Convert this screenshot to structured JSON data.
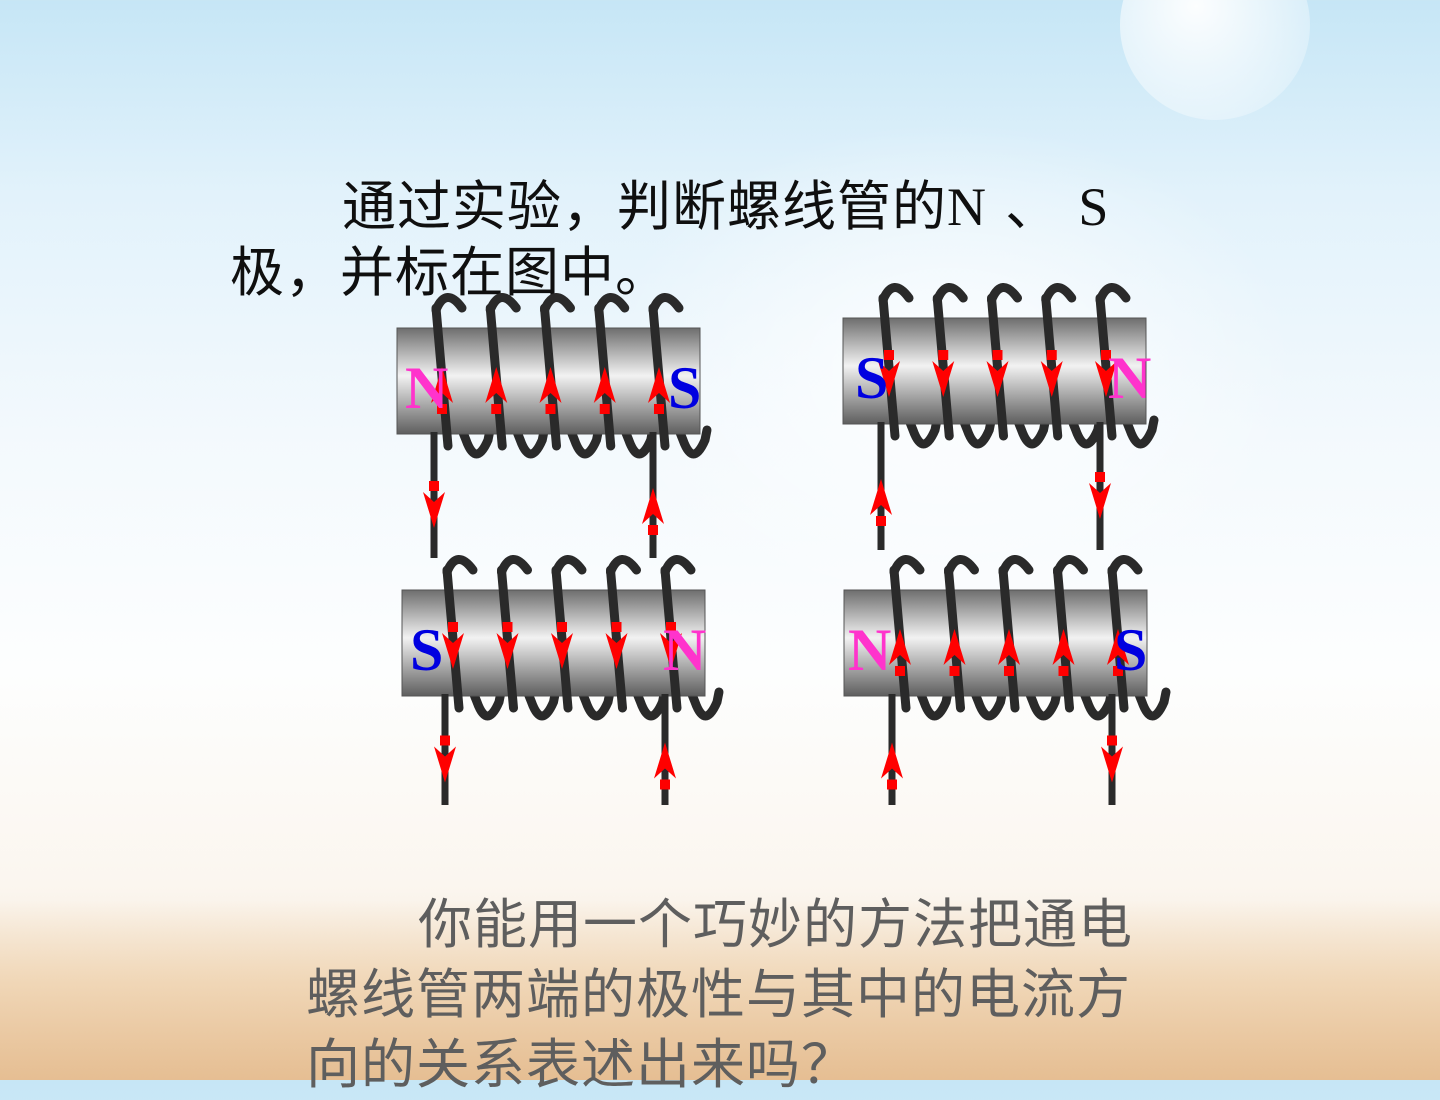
{
  "question1": {
    "text": "通过实验，判断螺线管的",
    "n": "N",
    "sep": "、",
    "s": "S",
    "tail": "极，并标在图中。"
  },
  "question2": {
    "text": "你能用一个巧妙的方法把通电螺线管两端的极性与其中的电流方向的关系表述出来吗？"
  },
  "solenoids": [
    {
      "left_pole": "N",
      "right_pole": "S",
      "left_color": "#ff33cc",
      "right_color": "#0000e0",
      "coil_current": "up",
      "left_lead": "down",
      "right_lead": "up"
    },
    {
      "left_pole": "S",
      "right_pole": "N",
      "left_color": "#0000e0",
      "right_color": "#ff33cc",
      "coil_current": "down",
      "left_lead": "up",
      "right_lead": "down"
    },
    {
      "left_pole": "S",
      "right_pole": "N",
      "left_color": "#0000e0",
      "right_color": "#ff33cc",
      "coil_current": "down",
      "left_lead": "down",
      "right_lead": "up"
    },
    {
      "left_pole": "N",
      "right_pole": "S",
      "left_color": "#ff33cc",
      "right_color": "#0000e0",
      "coil_current": "up",
      "left_lead": "up",
      "right_lead": "down"
    }
  ],
  "colors": {
    "arrow": "#ff0000",
    "wire": "#2a2a2a",
    "core_dark": "#6e6e6e",
    "core_light": "#f2f2f2"
  }
}
